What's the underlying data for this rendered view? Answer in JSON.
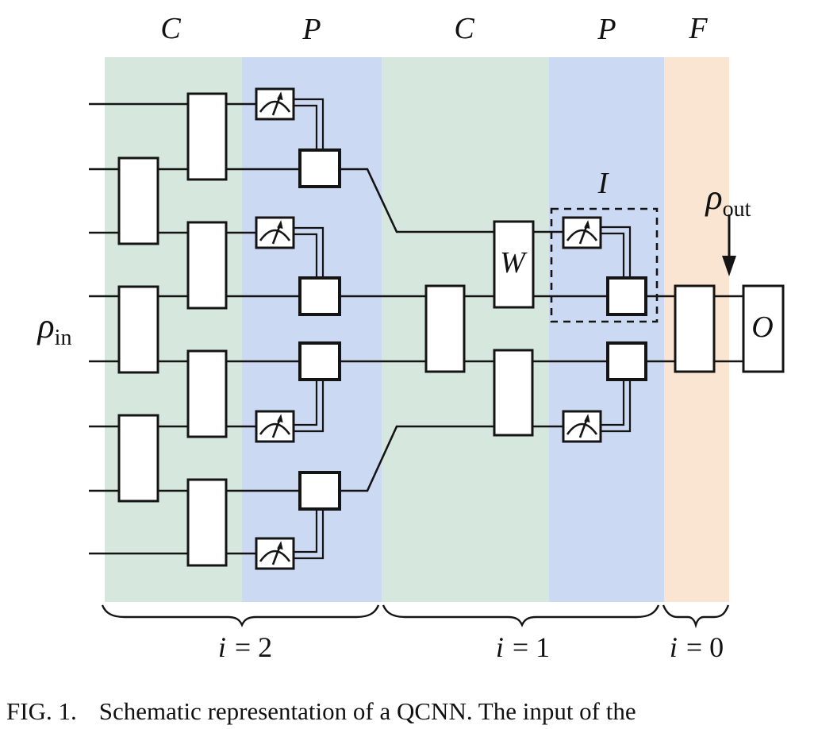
{
  "figure": {
    "caption_prefix": "FIG. 1.",
    "caption_text": "Schematic representation of a QCNN. The input of the"
  },
  "colors": {
    "conv": "#d6e8dd",
    "pool": "#ccd9f2",
    "fc": "#f9e5d1",
    "line": "#141414"
  },
  "column_labels": [
    {
      "label": "C"
    },
    {
      "label": "P"
    },
    {
      "label": "C"
    },
    {
      "label": "P"
    },
    {
      "label": "F"
    }
  ],
  "labels": {
    "input_symbol": "ρ",
    "input_subscript": "in",
    "output_symbol": "ρ",
    "output_subscript": "out",
    "isometry": "I",
    "unitary": "W",
    "observable": "O"
  },
  "stages": [
    {
      "var": "i",
      "eq": "=",
      "val": "2"
    },
    {
      "var": "i",
      "eq": "=",
      "val": "1"
    },
    {
      "var": "i",
      "eq": "=",
      "val": "0"
    }
  ],
  "icons": {
    "measurement": "analog-gauge-meter",
    "output_arrow": "down-arrow"
  }
}
